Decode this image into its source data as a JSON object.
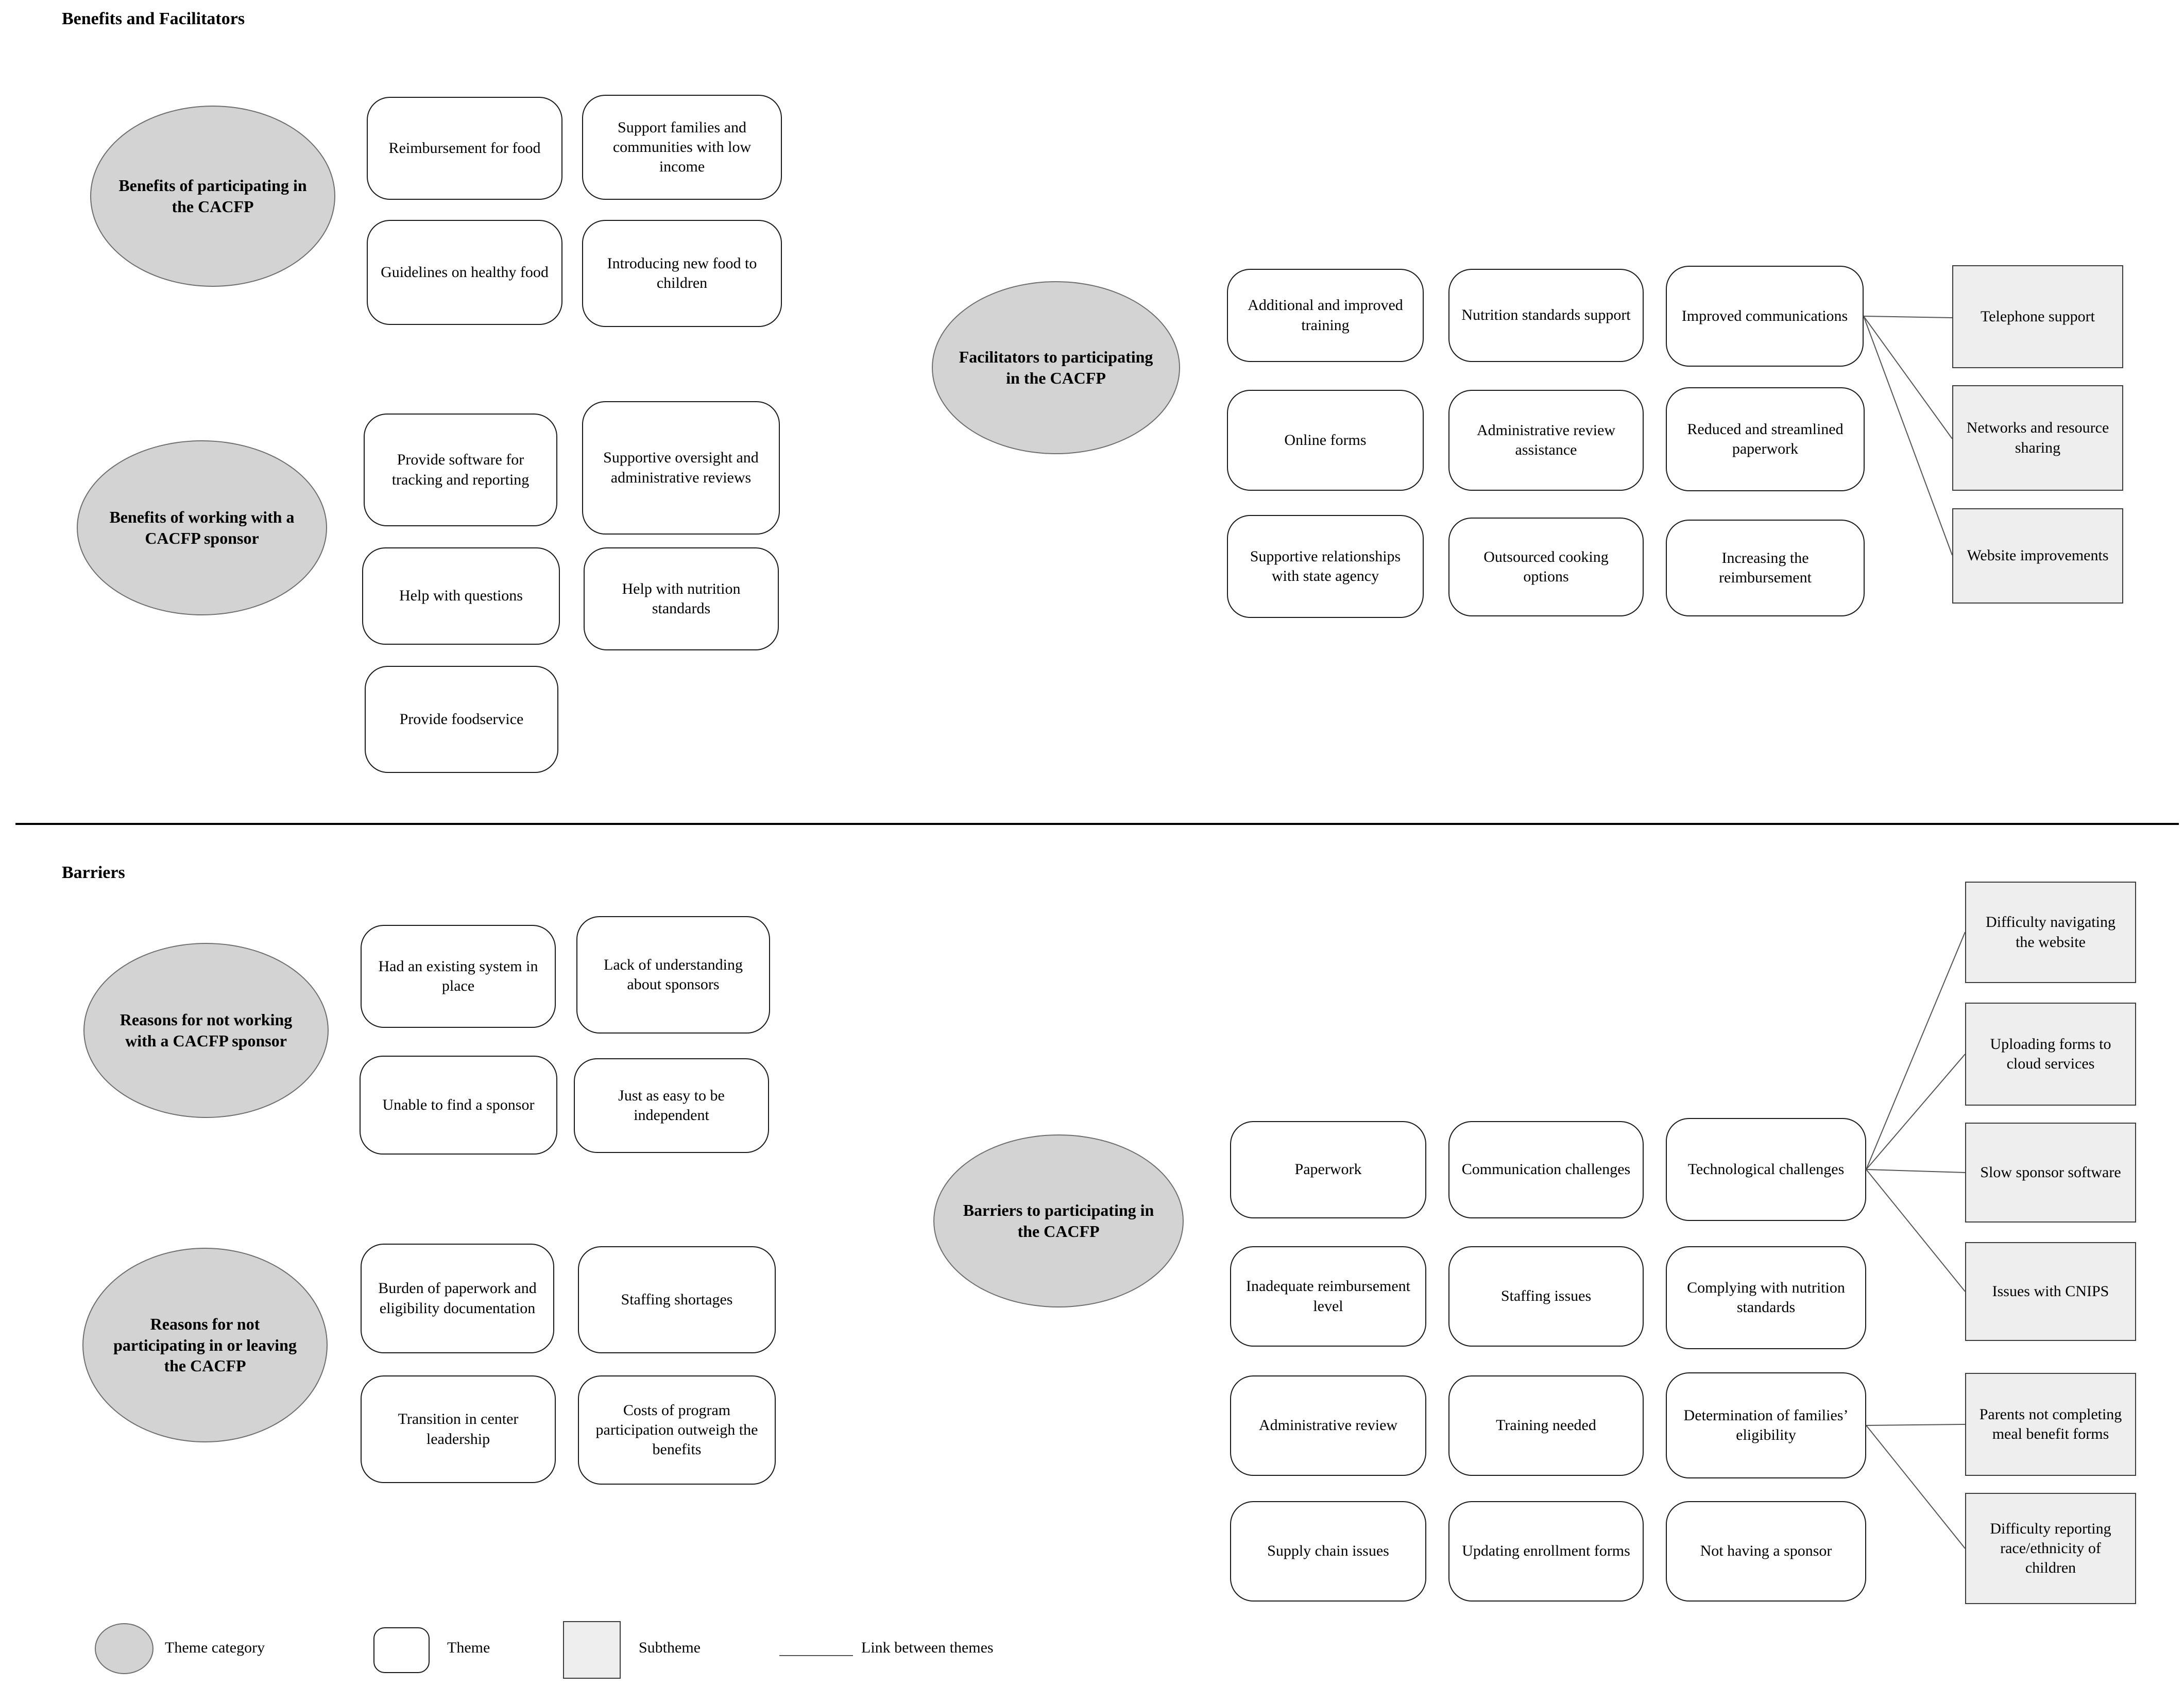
{
  "sections": {
    "benefits": "Benefits and Facilitators",
    "barriers": "Barriers"
  },
  "categories": {
    "benefits_participating": "Benefits of participating in the CACFP",
    "benefits_sponsor": "Benefits of working with a CACFP sponsor",
    "facilitators": "Facilitators to participating in the CACFP",
    "not_working_sponsor": "Reasons for not working with a CACFP sponsor",
    "not_participating": "Reasons for not participating in or leaving the CACFP",
    "barriers": "Barriers to participating in the CACFP"
  },
  "themes": {
    "benefits_participating": [
      "Reimbursement for food",
      "Support families and communities with low income",
      "Guidelines on healthy food",
      "Introducing new food to children"
    ],
    "benefits_sponsor": [
      "Provide software for tracking and reporting",
      "Supportive oversight and administrative reviews",
      "Help with questions",
      "Help with nutrition standards",
      "Provide foodservice"
    ],
    "facilitators": [
      "Additional and improved training",
      "Nutrition standards support",
      "Improved communications",
      "Online forms",
      "Administrative review assistance",
      "Reduced and streamlined paperwork",
      "Supportive relationships with state agency",
      "Outsourced cooking options",
      "Increasing the reimbursement"
    ],
    "not_working_sponsor": [
      "Had an existing system in place",
      "Lack of understanding about sponsors",
      "Unable to find a sponsor",
      "Just as easy to be independent"
    ],
    "not_participating": [
      "Burden of paperwork and eligibility documentation",
      "Staffing shortages",
      "Transition in center leadership",
      "Costs of program participation outweigh the benefits"
    ],
    "barriers": [
      "Paperwork",
      "Communication challenges",
      "Technological challenges",
      "Inadequate reimbursement level",
      "Staffing issues",
      "Complying with nutrition standards",
      "Administrative review",
      "Training needed",
      "Determination of families’ eligibility",
      "Supply chain issues",
      "Updating enrollment forms",
      "Not having a sponsor"
    ]
  },
  "subthemes": {
    "communications": [
      "Telephone support",
      "Networks and resource sharing",
      "Website improvements"
    ],
    "technological": [
      "Difficulty navigating the website",
      "Uploading forms to cloud services",
      "Slow sponsor software",
      "Issues with CNIPS"
    ],
    "eligibility": [
      "Parents not completing meal benefit forms",
      "Difficulty reporting race/ethnicity of children"
    ]
  },
  "legend": {
    "theme_category": "Theme category",
    "theme": "Theme",
    "subtheme": "Subtheme",
    "link": "Link between themes"
  },
  "colors": {
    "category_fill": "#d3d3d3",
    "category_border": "#6e6e6e",
    "theme_fill": "#ffffff",
    "theme_border": "#1a1a1a",
    "subtheme_fill": "#eeeeee",
    "subtheme_border": "#3c3c3c",
    "link_line": "#555555",
    "divider": "#000000"
  }
}
